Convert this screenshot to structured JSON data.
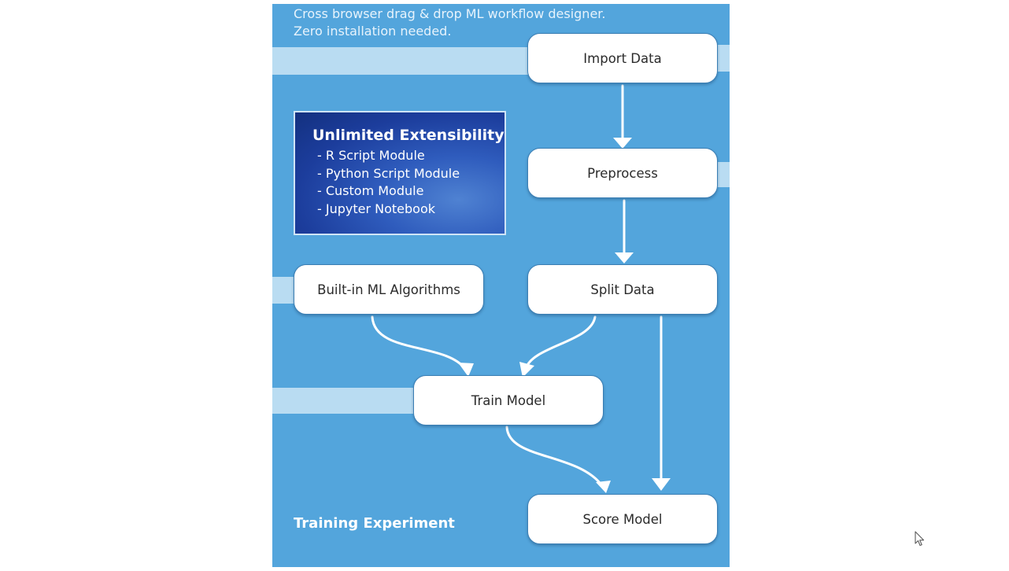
{
  "tagline": {
    "line1": "Cross browser drag & drop ML workflow designer.",
    "line2": "Zero installation needed."
  },
  "nodes": {
    "import_data": "Import Data",
    "preprocess": "Preprocess",
    "split_data": "Split Data",
    "builtin_algorithms": "Built-in ML Algorithms",
    "train_model": "Train Model",
    "score_model": "Score Model"
  },
  "extensibility": {
    "title": "Unlimited Extensibility",
    "items": [
      "- R Script  Module",
      "- Python Script  Module",
      "- Custom Module",
      "- Jupyter Notebook"
    ]
  },
  "footer": {
    "label": "Training Experiment"
  },
  "colors": {
    "panel": "#53a5dc",
    "strip": "#b9dcf2",
    "extensibility_box": "#1c3d9c",
    "arrow": "#ffffff"
  },
  "icons": {
    "cursor": "mouse-pointer-icon"
  }
}
